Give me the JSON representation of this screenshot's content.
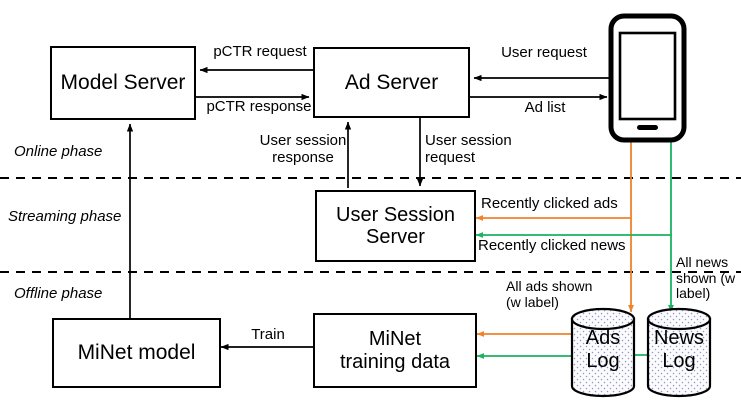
{
  "diagram": {
    "title": "MiNet online/streaming/offline serving and training architecture",
    "colors": {
      "black": "#000000",
      "orange": "#F0822A",
      "green": "#19B35F",
      "cylinder_fill": "#FAFAFA",
      "background": "#FFFFFF"
    },
    "phases": [
      {
        "id": "online",
        "label": "Online phase"
      },
      {
        "id": "streaming",
        "label": "Streaming phase"
      },
      {
        "id": "offline",
        "label": "Offline phase"
      }
    ],
    "nodes": [
      {
        "id": "model-server",
        "label": "Model Server",
        "shape": "box"
      },
      {
        "id": "ad-server",
        "label": "Ad Server",
        "shape": "box"
      },
      {
        "id": "user-session-server",
        "label": "User Session\nServer",
        "shape": "box"
      },
      {
        "id": "minet-model",
        "label": "MiNet model",
        "shape": "box"
      },
      {
        "id": "minet-training-data",
        "label": "MiNet\ntraining data",
        "shape": "box"
      },
      {
        "id": "ads-log",
        "label": "Ads\nLog",
        "shape": "cylinder"
      },
      {
        "id": "news-log",
        "label": "News\nLog",
        "shape": "cylinder"
      },
      {
        "id": "mobile-phone",
        "label": "",
        "shape": "phone"
      }
    ],
    "edges": [
      {
        "id": "pctr-request",
        "label": "pCTR request",
        "color": "#000000",
        "from": "ad-server",
        "to": "model-server"
      },
      {
        "id": "pctr-response",
        "label": "pCTR response",
        "color": "#000000",
        "from": "model-server",
        "to": "ad-server"
      },
      {
        "id": "user-request",
        "label": "User request",
        "color": "#000000",
        "from": "mobile-phone",
        "to": "ad-server"
      },
      {
        "id": "ad-list",
        "label": "Ad list",
        "color": "#000000",
        "from": "ad-server",
        "to": "mobile-phone"
      },
      {
        "id": "user-session-response",
        "label": "User session\nresponse",
        "color": "#000000",
        "from": "user-session-server",
        "to": "ad-server"
      },
      {
        "id": "user-session-request",
        "label": "User session\nrequest",
        "color": "#000000",
        "from": "ad-server",
        "to": "user-session-server"
      },
      {
        "id": "recently-clicked-ads",
        "label": "Recently clicked ads",
        "color": "#F0822A",
        "from": "mobile-phone",
        "to": "user-session-server"
      },
      {
        "id": "recently-clicked-news",
        "label": "Recently clicked news",
        "color": "#19B35F",
        "from": "mobile-phone",
        "to": "user-session-server"
      },
      {
        "id": "all-ads-shown",
        "label": "All ads shown\n(w label)",
        "color": "#F0822A",
        "from": "mobile-phone",
        "to": "ads-log"
      },
      {
        "id": "all-news-shown",
        "label": "All news\nshown (w\nlabel)",
        "color": "#19B35F",
        "from": "mobile-phone",
        "to": "news-log"
      },
      {
        "id": "ads-log-to-training",
        "label": "",
        "color": "#F0822A",
        "from": "ads-log",
        "to": "minet-training-data"
      },
      {
        "id": "news-log-to-training",
        "label": "",
        "color": "#19B35F",
        "from": "news-log",
        "to": "minet-training-data"
      },
      {
        "id": "train",
        "label": "Train",
        "color": "#000000",
        "from": "minet-training-data",
        "to": "minet-model"
      },
      {
        "id": "deploy-model",
        "label": "",
        "color": "#000000",
        "from": "minet-model",
        "to": "model-server"
      }
    ]
  }
}
